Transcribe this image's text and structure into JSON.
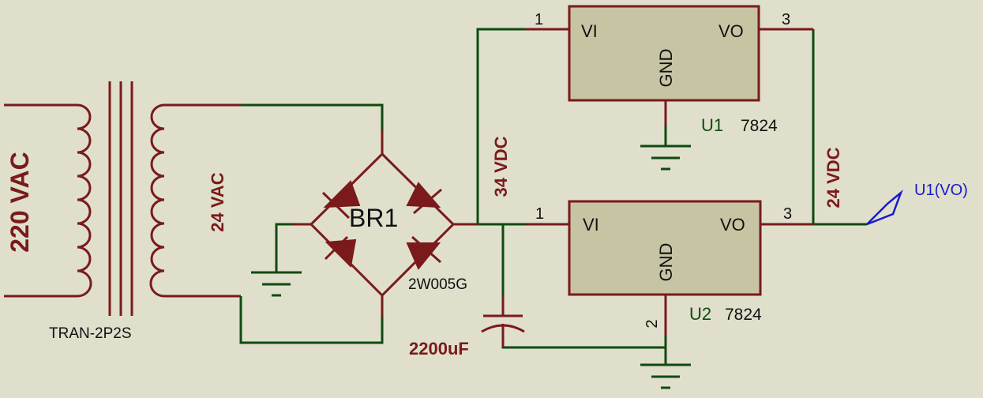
{
  "labels": {
    "primary_voltage": "220 VAC",
    "secondary_voltage": "24 VAC",
    "transformer": "TRAN-2P2S",
    "bridge_ref": "BR1",
    "bridge_part": "2W005G",
    "rail_voltage": "34 VDC",
    "output_voltage": "24 VDC",
    "capacitor": "2200uF",
    "probe": "U1(VO)"
  },
  "regulators": [
    {
      "ref": "U1",
      "part": "7824",
      "pin_in": "VI",
      "pin_out": "VO",
      "pin_gnd": "GND",
      "num_in": "1",
      "num_out": "3"
    },
    {
      "ref": "U2",
      "part": "7824",
      "pin_in": "VI",
      "pin_out": "VO",
      "pin_gnd": "GND",
      "num_in": "1",
      "num_out": "3",
      "num_gnd": "2"
    }
  ],
  "colors": {
    "background": "#dfdfcc",
    "wire_red": "#7a1a1a",
    "wire_green": "#0f4a0f",
    "component_fill": "#c7c4a4",
    "probe_blue": "#1a1acc"
  }
}
